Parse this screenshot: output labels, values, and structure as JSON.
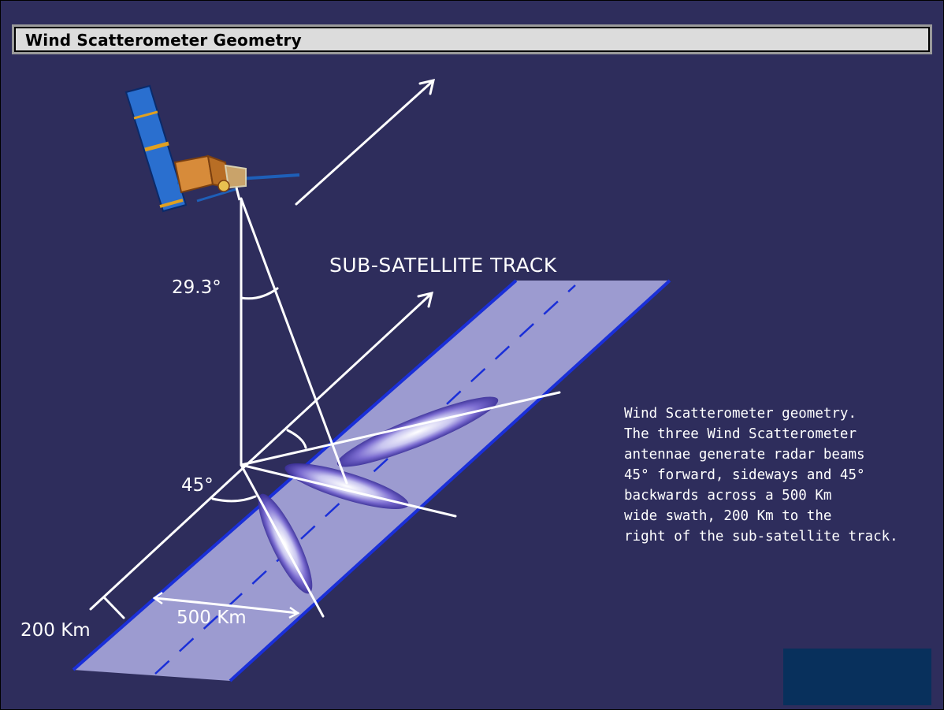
{
  "window": {
    "title": "Wind Scatterometer Geometry"
  },
  "diagram": {
    "track_label": "SUB-SATELLITE TRACK",
    "angle_labels": [
      "29.3°",
      "45°"
    ],
    "distance_labels": [
      "200 Km",
      "500 Km"
    ],
    "colors": {
      "background": "#2e2d5c",
      "swath": "#9c9bd0",
      "swath_edge": "#1a2fd8",
      "lines": "#ffffff"
    }
  },
  "caption": {
    "lines": [
      "Wind Scatterometer geometry.",
      "The three Wind Scatterometer",
      "antennae generate radar beams",
      "45° forward, sideways and 45°",
      "backwards across a 500 Km",
      "wide swath, 200 Km to the",
      "right of the sub-satellite track."
    ]
  }
}
